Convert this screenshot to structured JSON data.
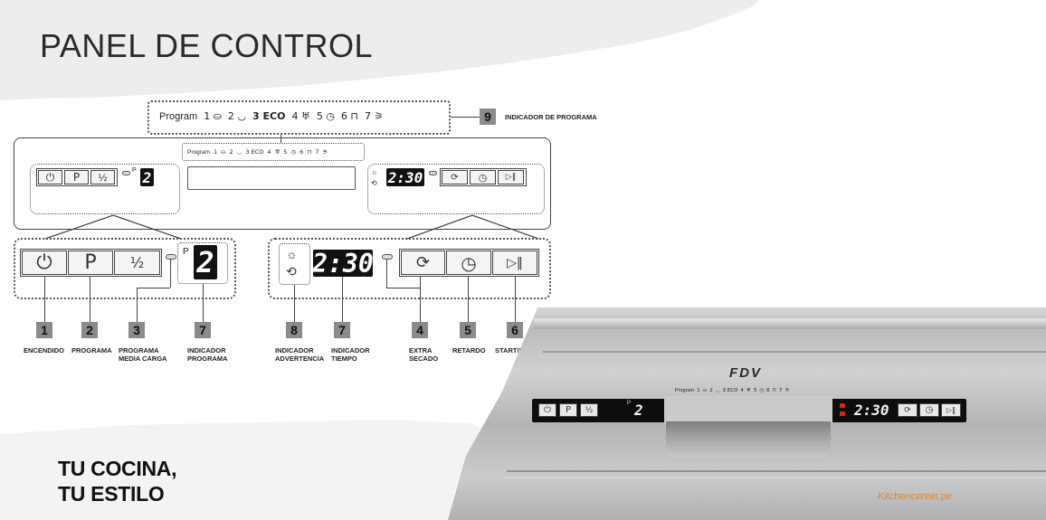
{
  "page": {
    "title": "PANEL DE CONTROL",
    "slogan_line1": "TU COCINA,",
    "slogan_line2": "TU ESTILO",
    "watermark": "Kitchencenter.pe"
  },
  "program_indicator": {
    "label": "Program",
    "items": [
      "1",
      "2",
      "3 ECO",
      "4",
      "5",
      "6",
      "7"
    ],
    "badge": "9",
    "caption": "INDICADOR DE PROGRAMA"
  },
  "small_panel": {
    "program_label": "Program",
    "program_items": [
      "1",
      "2",
      "3 ECO",
      "4",
      "5",
      "6",
      "7"
    ],
    "left_buttons": [
      "P",
      "½"
    ],
    "p_mark": "P",
    "digit": "2",
    "time": "2:30"
  },
  "left_zoom": {
    "buttons": [
      "P",
      "½"
    ],
    "p_mark": "P",
    "digit": "2"
  },
  "right_zoom": {
    "time": "2:30"
  },
  "legend": [
    {
      "num": "1",
      "caption": "ENCENDIDO"
    },
    {
      "num": "2",
      "caption": "PROGRAMA"
    },
    {
      "num": "3",
      "caption": "PROGRAMA MEDIA CARGA"
    },
    {
      "num": "7",
      "caption": "INDICADOR PROGRAMA"
    },
    {
      "num": "8",
      "caption": "INDICADOR ADVERTENCIA"
    },
    {
      "num": "7",
      "caption": "INDICADOR TIEMPO"
    },
    {
      "num": "4",
      "caption": "EXTRA SECADO"
    },
    {
      "num": "5",
      "caption": "RETARDO"
    },
    {
      "num": "6",
      "caption": "START/PAUSA"
    }
  ],
  "appliance": {
    "brand": "FDV",
    "program_label": "Program",
    "program_items": [
      "1",
      "2",
      "3 ECO",
      "4",
      "5",
      "6",
      "7"
    ],
    "buttons": [
      "P",
      "½"
    ],
    "p_mark": "P",
    "digit": "2",
    "time": "2:30"
  },
  "colors": {
    "steel": "#c2c4c6",
    "display": "#111111",
    "led_red": "#d92020",
    "badge": "#8b8b8b",
    "watermark": "#e8832a"
  }
}
